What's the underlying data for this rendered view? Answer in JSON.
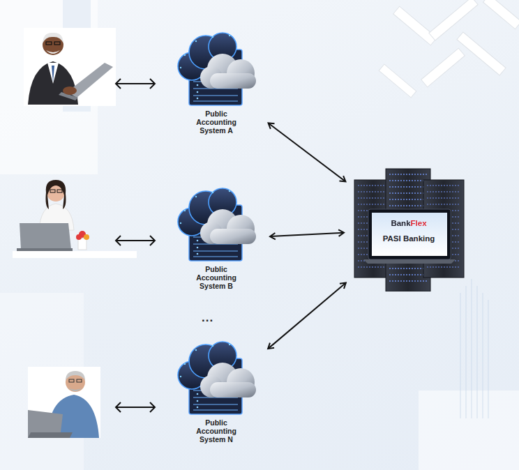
{
  "diagram": {
    "nodes": [
      {
        "text": [
          "Public Accounting System A"
        ]
      },
      {
        "text": [
          "Public Accounting System B"
        ]
      },
      {
        "text": [
          "Public Accounting System N"
        ]
      },
      {
        "text": [
          "BankFlex",
          "PASI Banking"
        ]
      }
    ],
    "edges": [
      {
        "from": 0,
        "to": 3,
        "arrow": "both"
      },
      {
        "from": 1,
        "to": 3,
        "arrow": "both"
      },
      {
        "from": 2,
        "to": 3,
        "arrow": "both"
      }
    ],
    "labels": [
      "..."
    ]
  }
}
